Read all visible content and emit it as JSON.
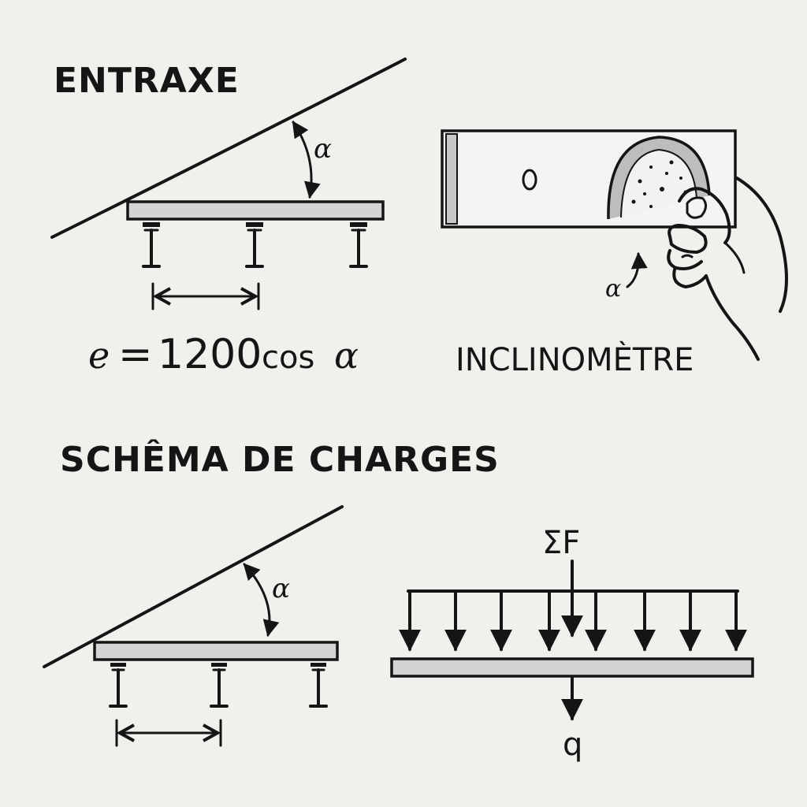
{
  "panels": {
    "entraxe": {
      "heading": "ENTRAXE",
      "angle_label": "α",
      "formula": {
        "lhs": "e",
        "equals": "=",
        "number": "1200",
        "func": "cos",
        "symbol": "α"
      }
    },
    "inclinometre": {
      "heading": "INCLINOMÈTRE",
      "angle_label": "α"
    },
    "schema_charges": {
      "heading": "SCHÊMA DE CHARGES",
      "angle_label": "α",
      "force_label": "ΣF",
      "load_label": "q"
    }
  },
  "colors": {
    "ink": "#151515",
    "paper": "#f1f0ed",
    "beam_fill": "#d4d4d2"
  }
}
